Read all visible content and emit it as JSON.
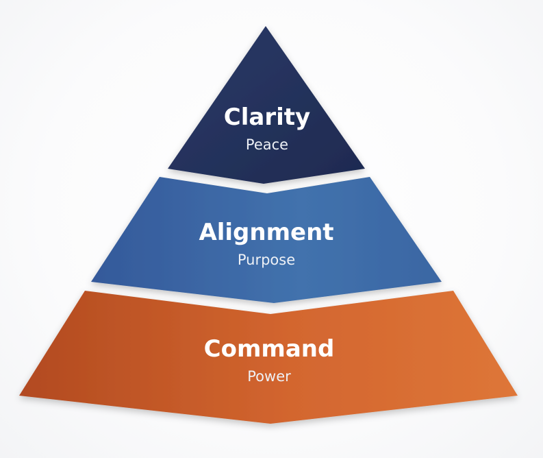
{
  "pyramid": {
    "tiers": [
      {
        "title": "Clarity",
        "subtitle": "Peace",
        "color": "#233159",
        "color_light": "#2a3a66"
      },
      {
        "title": "Alignment",
        "subtitle": "Purpose",
        "color": "#3a65a0",
        "color_light": "#4470aa"
      },
      {
        "title": "Command",
        "subtitle": "Power",
        "color": "#c85a2a",
        "color_light": "#da7035"
      }
    ]
  }
}
